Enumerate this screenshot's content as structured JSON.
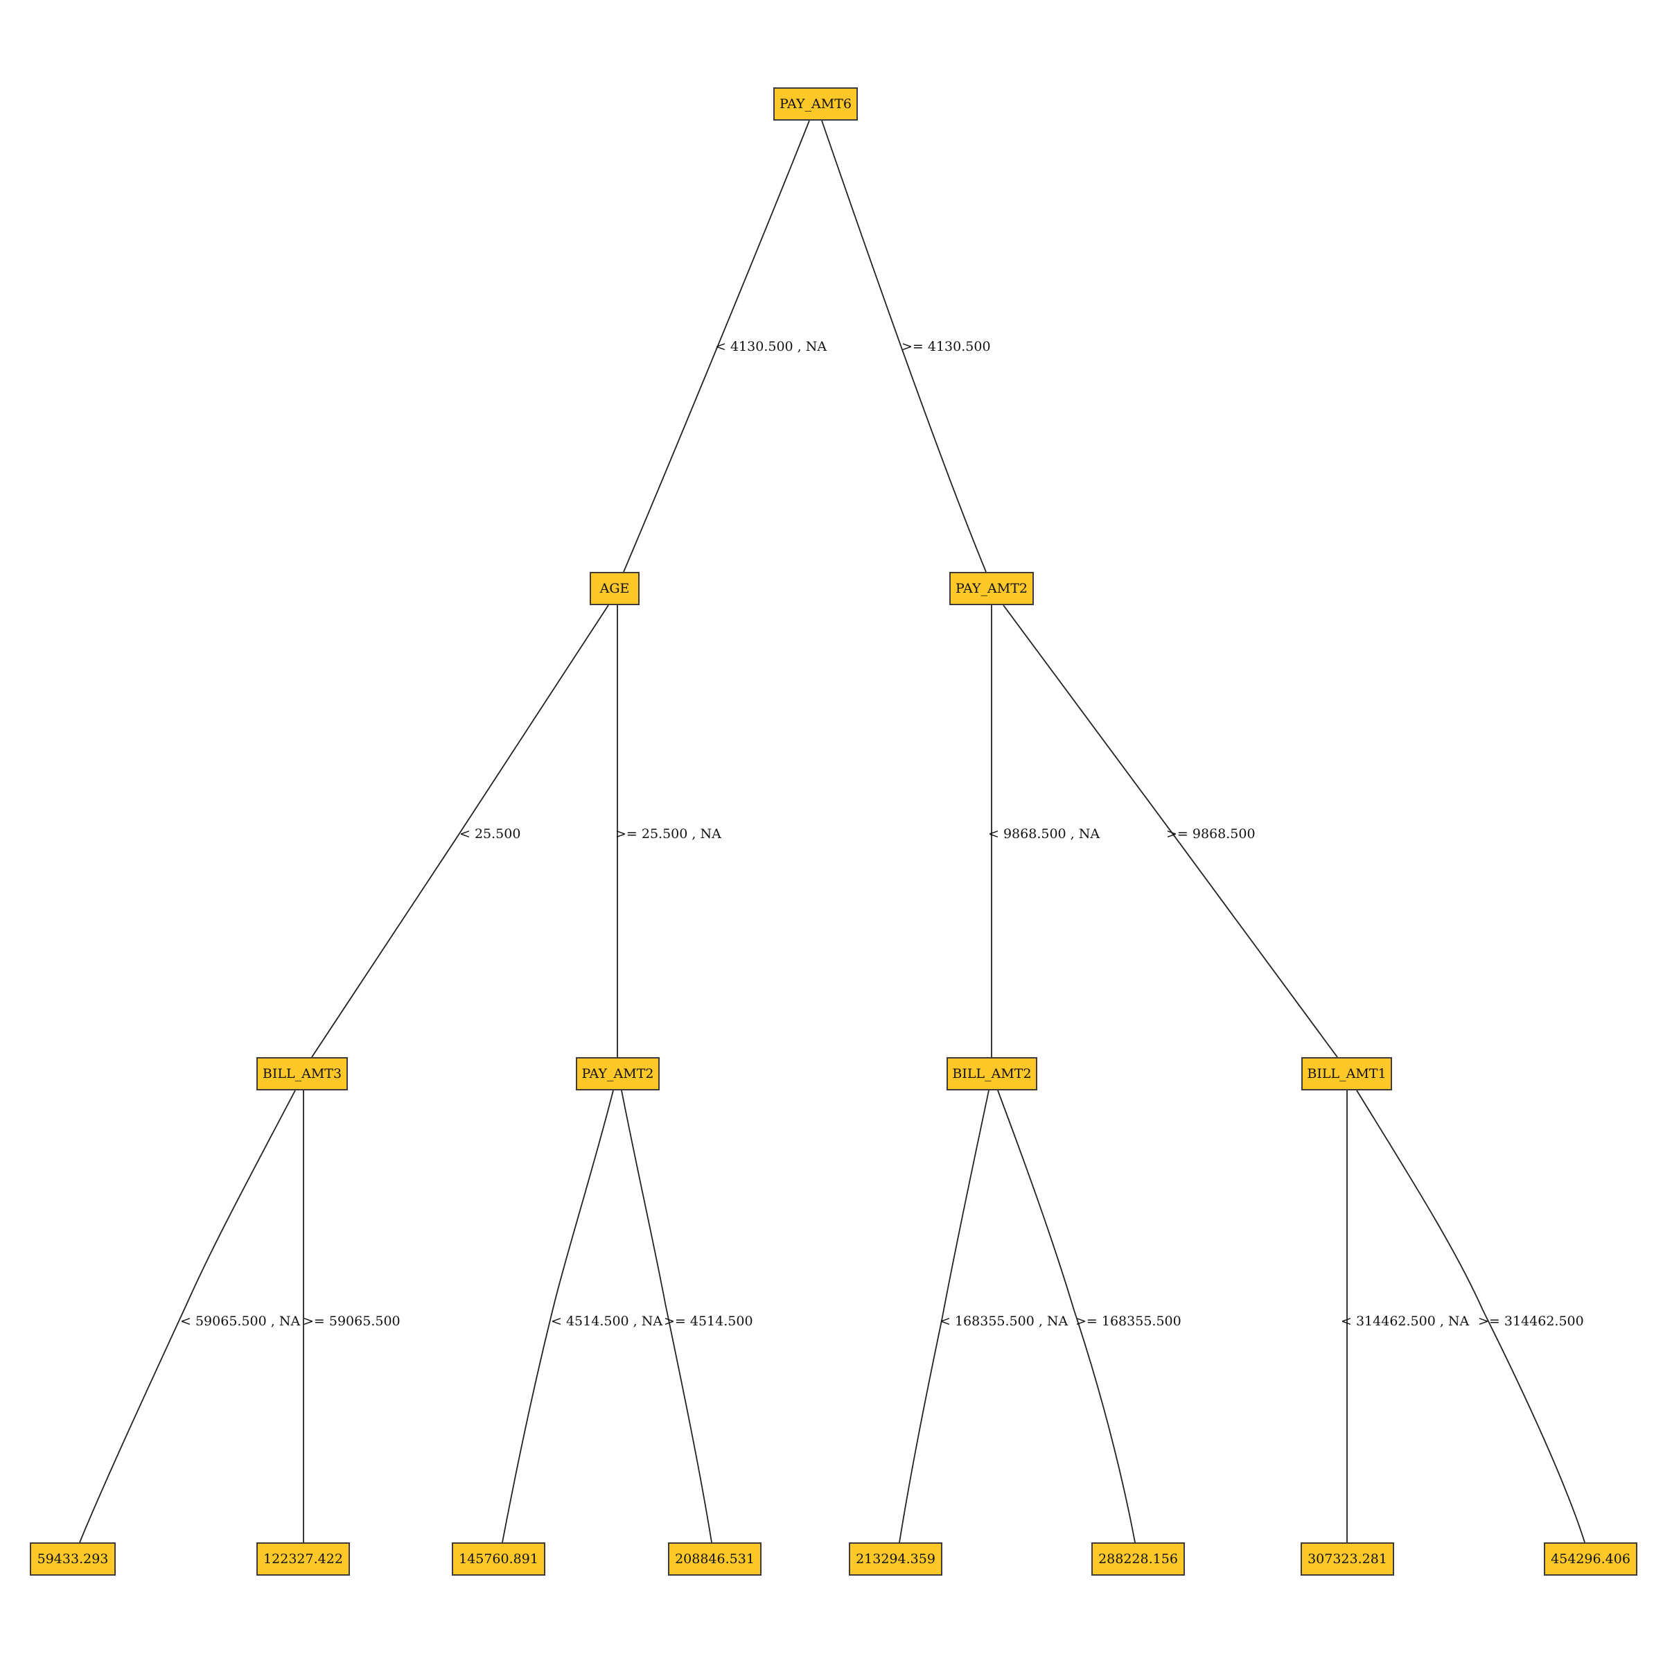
{
  "colors": {
    "node_fill": "#fec828",
    "node_border": "#3c3c3c",
    "edge": "#222222",
    "background": "#ffffff"
  },
  "tree": {
    "root": {
      "label": "PAY_AMT6"
    },
    "level1": [
      {
        "label": "AGE"
      },
      {
        "label": "PAY_AMT2"
      }
    ],
    "level2": [
      {
        "label": "BILL_AMT3"
      },
      {
        "label": "PAY_AMT2"
      },
      {
        "label": "BILL_AMT2"
      },
      {
        "label": "BILL_AMT1"
      }
    ],
    "leaves": [
      {
        "label": "59433.293"
      },
      {
        "label": "122327.422"
      },
      {
        "label": "145760.891"
      },
      {
        "label": "208846.531"
      },
      {
        "label": "213294.359"
      },
      {
        "label": "288228.156"
      },
      {
        "label": "307323.281"
      },
      {
        "label": "454296.406"
      }
    ],
    "edges_level1": [
      {
        "label": "< 4130.500 , NA"
      },
      {
        "label": ">= 4130.500"
      }
    ],
    "edges_level2": [
      {
        "label": "< 25.500"
      },
      {
        "label": ">= 25.500 , NA"
      },
      {
        "label": "< 9868.500 , NA"
      },
      {
        "label": ">= 9868.500"
      }
    ],
    "edges_level3": [
      {
        "label": "< 59065.500 , NA"
      },
      {
        "label": ">= 59065.500"
      },
      {
        "label": "< 4514.500 , NA"
      },
      {
        "label": ">= 4514.500"
      },
      {
        "label": "< 168355.500 , NA"
      },
      {
        "label": ">= 168355.500"
      },
      {
        "label": "< 314462.500 , NA"
      },
      {
        "label": ">= 314462.500"
      }
    ]
  }
}
